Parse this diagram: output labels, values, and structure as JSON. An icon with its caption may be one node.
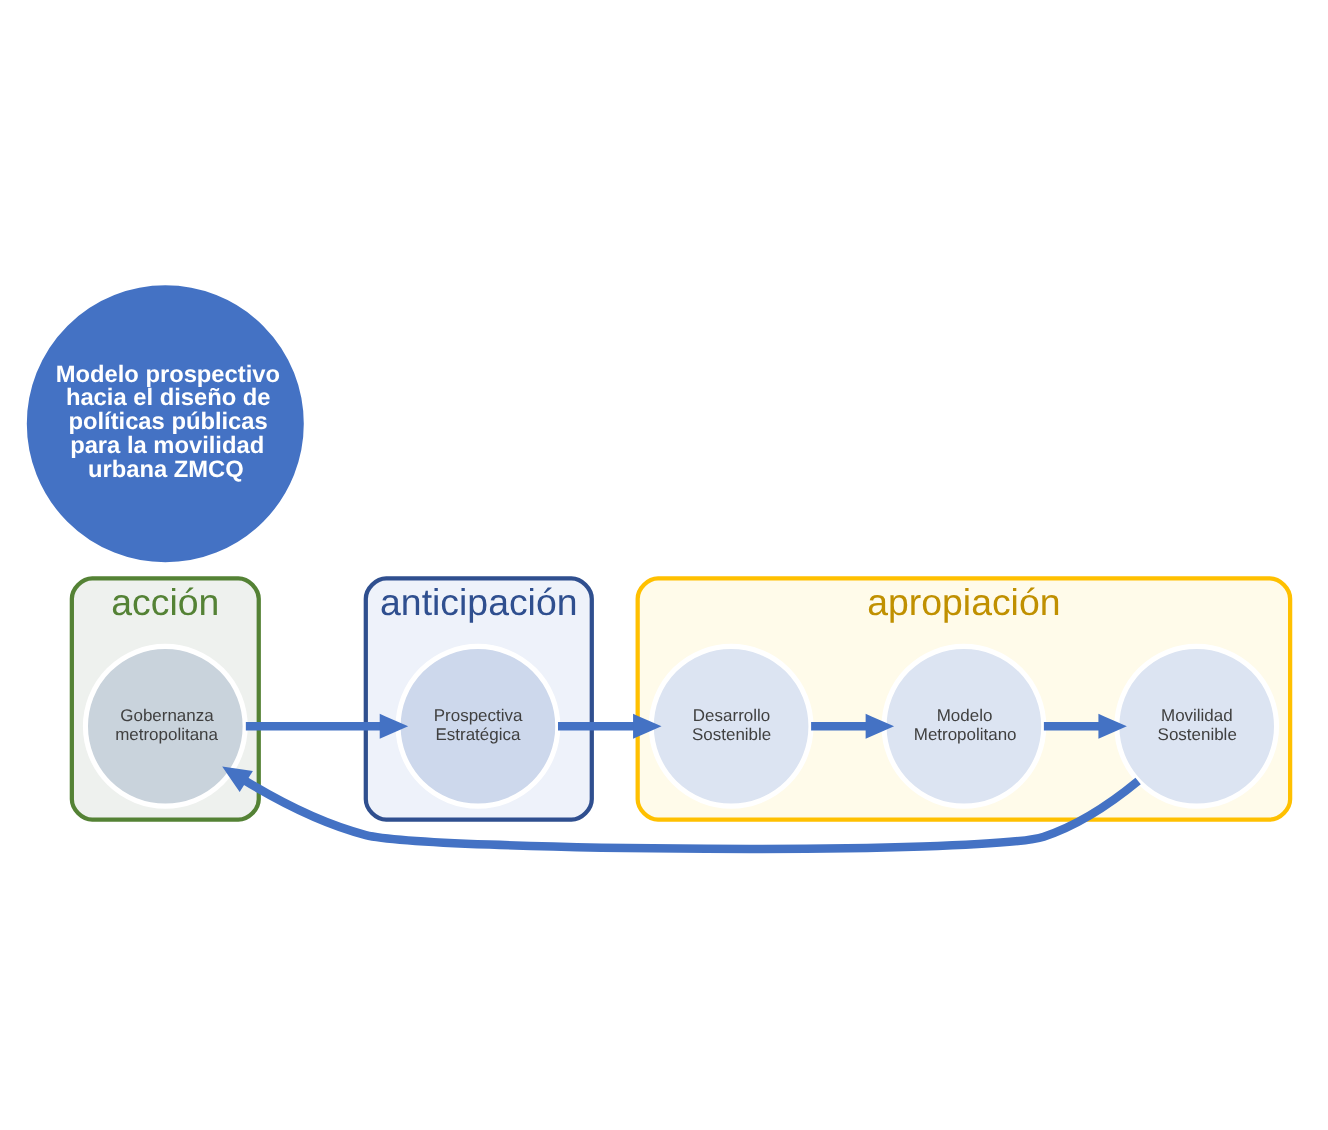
{
  "diagram": {
    "nodes": [
      {
        "text": [
          "anticipación"
        ]
      },
      {
        "text": [
          "Prospectiva Estratégica"
        ],
        "in": 0
      },
      {
        "text": [
          "acción"
        ]
      },
      {
        "text": [
          "Gobernanza metropolitana"
        ],
        "in": 2
      },
      {
        "text": [
          "apropiación"
        ]
      },
      {
        "text": [
          "Desarrollo Sostenible"
        ],
        "in": 4
      },
      {
        "text": [
          "Modelo Metropolitano"
        ],
        "in": 4
      },
      {
        "text": [
          "Movilidad Sostenible"
        ],
        "in": 4
      },
      {
        "text": [
          "Modelo prospectivo hacia el diseño de políticas públicas para la movilidad urbana ZMCQ"
        ]
      }
    ],
    "edges": [
      {
        "from": 3,
        "to": 1,
        "arrow": "to"
      },
      {
        "from": 1,
        "to": 5,
        "arrow": "to"
      },
      {
        "from": 5,
        "to": 6,
        "arrow": "to"
      },
      {
        "from": 6,
        "to": 7,
        "arrow": "to"
      },
      {
        "from": 7,
        "to": 3,
        "arrow": "to"
      }
    ]
  }
}
